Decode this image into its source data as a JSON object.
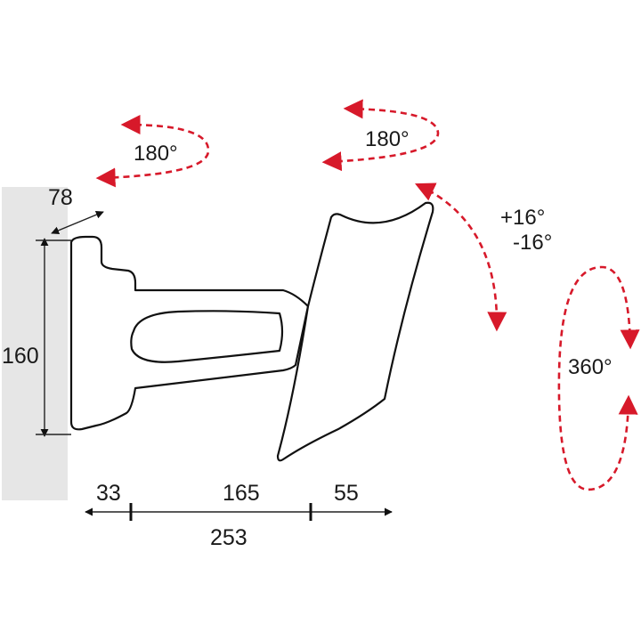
{
  "colors": {
    "wall": "#e6e6e6",
    "rotation": "#d7192a",
    "line": "#111111"
  },
  "dimensions": {
    "wall_depth": "78",
    "height": "160",
    "segment_1": "33",
    "segment_2": "165",
    "segment_3": "55",
    "total_reach": "253"
  },
  "rotations": {
    "arm_swivel": "180°",
    "head_swivel": "180°",
    "tilt_up": "+16°",
    "tilt_down": "-16°",
    "rotation": "360°"
  }
}
